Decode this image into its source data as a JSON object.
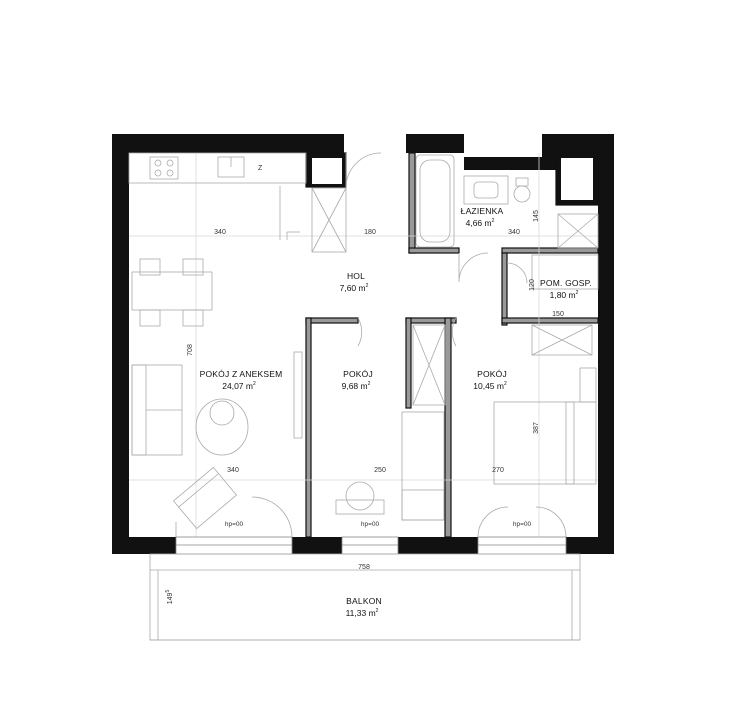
{
  "rooms": [
    {
      "key": "hol",
      "name": "HOL",
      "area": "7,60 m",
      "sup": "2"
    },
    {
      "key": "salon",
      "name": "POKÓJ Z ANEKSEM",
      "area": "24,07 m",
      "sup": "2"
    },
    {
      "key": "pokoj1",
      "name": "POKÓJ",
      "area": "9,68 m",
      "sup": "2"
    },
    {
      "key": "pokoj2",
      "name": "POKÓJ",
      "area": "10,45 m",
      "sup": "2"
    },
    {
      "key": "lazienka",
      "name": "ŁAZIENKA",
      "area": "4,66 m",
      "sup": "2"
    },
    {
      "key": "gosp",
      "name": "POM. GOSP.",
      "area": "1,80 m",
      "sup": "2"
    },
    {
      "key": "balkon",
      "name": "BALKON",
      "area": "11,33 m",
      "sup": "2"
    }
  ],
  "dimensions": {
    "top_left": "340",
    "top_mid": "180",
    "top_right": "340",
    "bath_h": "145",
    "gosp_h": "120",
    "gosp_w": "150",
    "left_h": "708",
    "right_h": "387",
    "bot_left": "340",
    "bot_mid": "250",
    "bot_right": "270",
    "balcony_w": "758",
    "balcony_h": "149",
    "balcony_h_sup": "5"
  },
  "windows": {
    "hp_1": "hp=00",
    "hp_2": "hp=00",
    "hp_3": "hp=00"
  }
}
